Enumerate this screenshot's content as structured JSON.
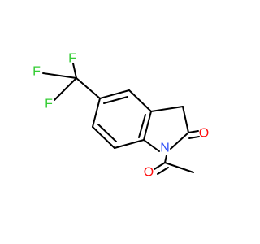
{
  "molecule": {
    "atoms": [
      {
        "id": "F1",
        "symbol": "F",
        "color": "#33cc33"
      },
      {
        "id": "F2",
        "symbol": "F",
        "color": "#33cc33"
      },
      {
        "id": "F3",
        "symbol": "F",
        "color": "#33cc33"
      },
      {
        "id": "N1",
        "symbol": "N",
        "color": "#3050f8"
      },
      {
        "id": "O1",
        "symbol": "O",
        "color": "#ff0d0d"
      },
      {
        "id": "O2",
        "symbol": "O",
        "color": "#ff0d0d"
      }
    ],
    "bond_color": "#000000"
  }
}
